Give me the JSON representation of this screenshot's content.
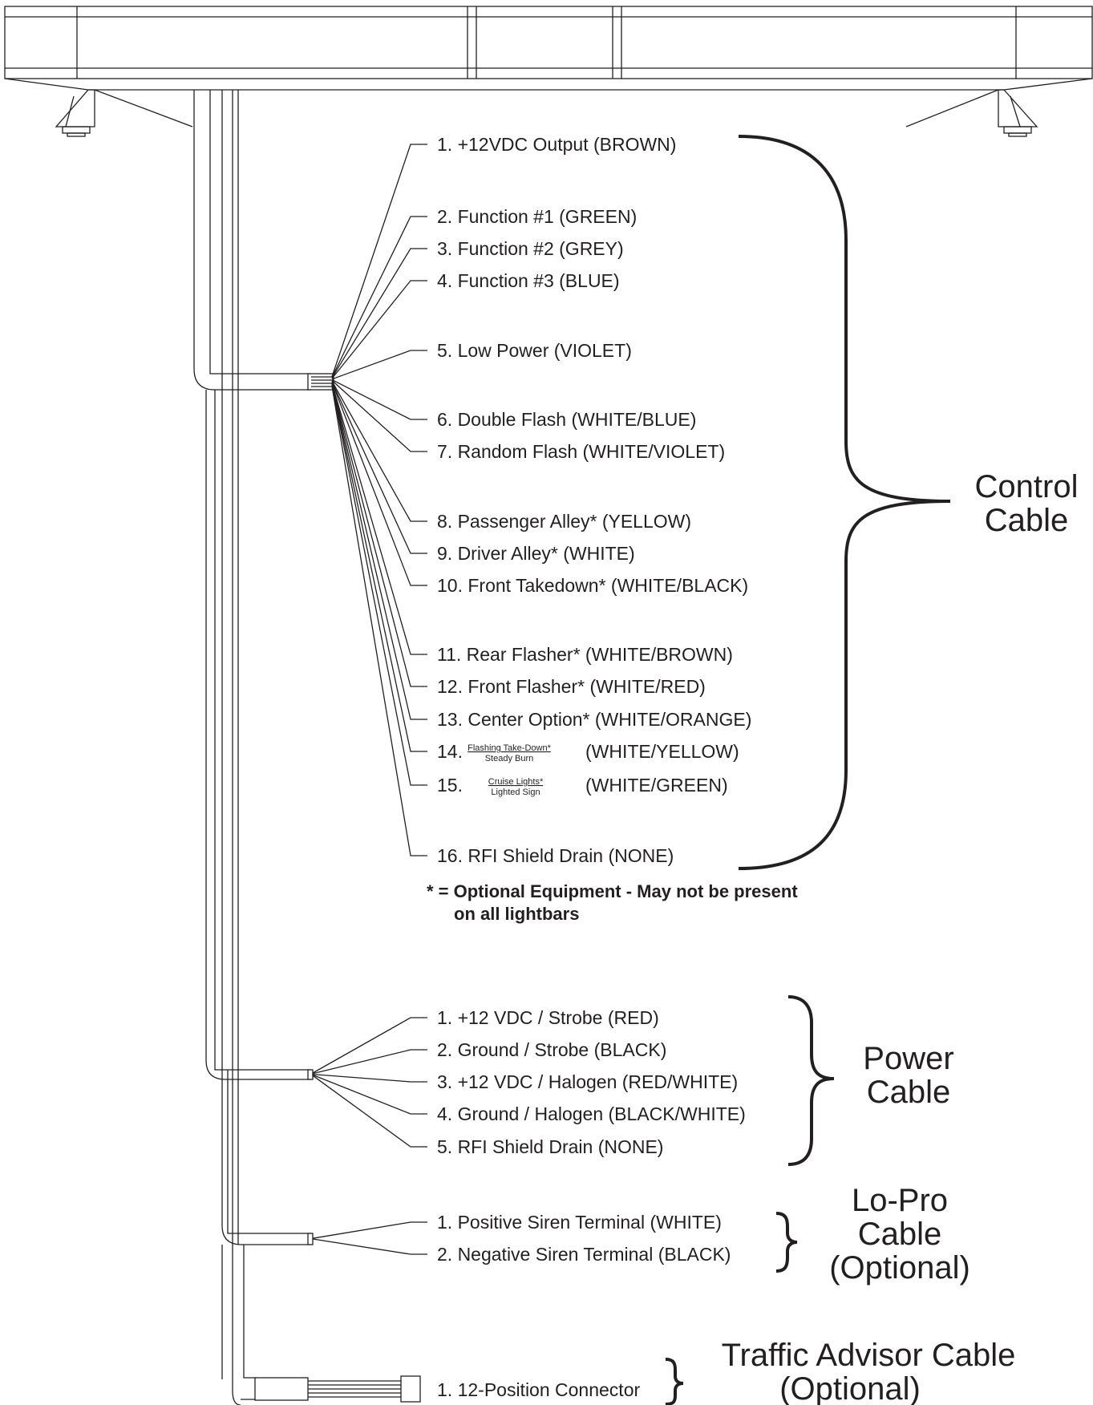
{
  "control_cable": {
    "title_line1": "Control",
    "title_line2": "Cable",
    "wires": [
      "1. +12VDC Output (BROWN)",
      "2. Function #1 (GREEN)",
      "3. Function #2 (GREY)",
      "4. Function #3 (BLUE)",
      "5. Low Power (VIOLET)",
      "6. Double Flash (WHITE/BLUE)",
      "7. Random Flash (WHITE/VIOLET)",
      "8. Passenger Alley* (YELLOW)",
      "9. Driver Alley* (WHITE)",
      "10. Front Takedown* (WHITE/BLACK)",
      "11. Rear Flasher* (WHITE/BROWN)",
      "12. Front Flasher* (WHITE/RED)",
      "13. Center Option* (WHITE/ORANGE)"
    ],
    "wire14": {
      "num": "14.",
      "top": "Flashing Take-Down*",
      "bottom": "Steady Burn",
      "color": "(WHITE/YELLOW)"
    },
    "wire15": {
      "num": "15.",
      "top": "Cruise Lights*",
      "bottom": "Lighted Sign",
      "color": "(WHITE/GREEN)"
    },
    "wire16": "16. RFI Shield Drain (NONE)",
    "note_line1": "* =  Optional Equipment - May not be present",
    "note_line2": "on all lightbars"
  },
  "power_cable": {
    "title_line1": "Power",
    "title_line2": "Cable",
    "wires": [
      "1. +12 VDC / Strobe (RED)",
      "2. Ground / Strobe (BLACK)",
      "3. +12 VDC / Halogen (RED/WHITE)",
      "4. Ground / Halogen (BLACK/WHITE)",
      "5. RFI Shield Drain (NONE)"
    ]
  },
  "lopro_cable": {
    "title_line1": "Lo-Pro",
    "title_line2": "Cable",
    "title_line3": "(Optional)",
    "wires": [
      "1. Positive Siren Terminal (WHITE)",
      "2. Negative Siren Terminal (BLACK)"
    ]
  },
  "traffic_advisor_cable": {
    "title_line1": "Traffic Advisor Cable",
    "title_line2": "(Optional)",
    "wires": [
      "1. 12-Position Connector"
    ]
  }
}
